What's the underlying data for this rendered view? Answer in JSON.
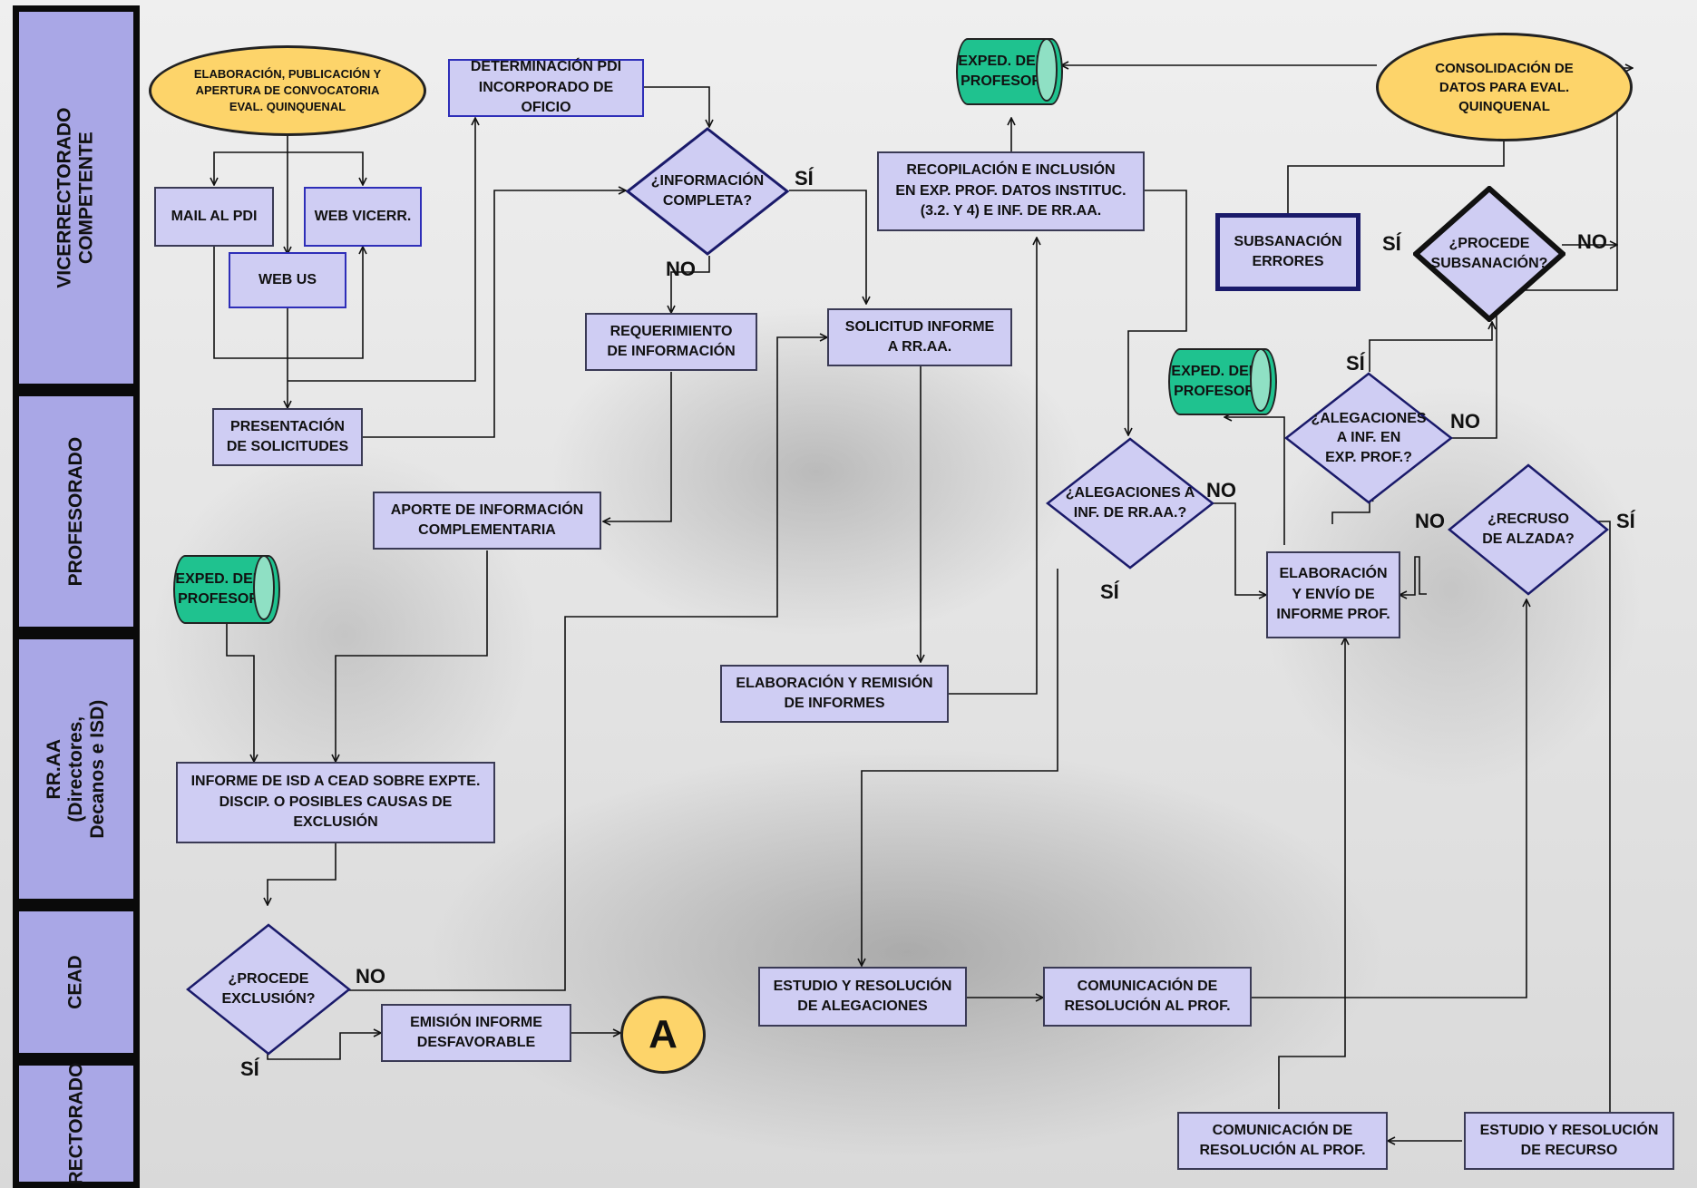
{
  "lanes": {
    "vicerrectorado": "VICERRECTORADO\nCOMPETENTE",
    "profesorado": "PROFESORADO",
    "rraa": "RR.AA\n(Directores,\nDecanos e ISD)",
    "cead": "CEAD",
    "rectorado": "RECTORADO"
  },
  "nodes": {
    "elaboracion_convocatoria": "ELABORACIÓN, PUBLICACIÓN Y\nAPERTURA DE CONVOCATORIA\nEVAL. QUINQUENAL",
    "mail_pdi": "MAIL AL PDI",
    "web_vicerr": "WEB VICERR.",
    "web_us": "WEB US",
    "determinacion_pdi": "DETERMINACIÓN PDI\nINCORPORADO DE OFICIO",
    "informacion_completa": "¿INFORMACIÓN\nCOMPLETA?",
    "presentacion_solicitudes": "PRESENTACIÓN\nDE SOLICITUDES",
    "requerimiento_informacion": "REQUERIMIENTO\nDE INFORMACIÓN",
    "solicitud_informe": "SOLICITUD INFORME\nA RR.AA.",
    "aporte_informacion": "APORTE DE INFORMACIÓN\nCOMPLEMENTARIA",
    "exped_profesor_1": "EXPED. DEL\nPROFESOR",
    "exped_profesor_2": "EXPED. DEL\nPROFESOR",
    "exped_profesor_3": "EXPED. DEL\nPROFESOR",
    "recopilacion": "RECOPILACIÓN E INCLUSIÓN\nEN EXP. PROF. DATOS INSTITUC.\n(3.2. Y 4)  E INF. DE RR.AA.",
    "consolidacion": "CONSOLIDACIÓN DE\nDATOS PARA EVAL.\nQUINQUENAL",
    "subsanacion_errores": "SUBSANACIÓN\nERRORES",
    "procede_subsanacion": "¿PROCEDE\nSUBSANACIÓN?",
    "alegaciones_exp_prof": "¿ALEGACIONES\nA  INF. EN\nEXP. PROF.?",
    "alegaciones_rraa": "¿ALEGACIONES A\nINF. DE RR.AA.?",
    "recurso_alzada": "¿RECRUSO\nDE ALZADA?",
    "elaboracion_envio": "ELABORACIÓN\nY ENVÍO DE\nINFORME PROF.",
    "elaboracion_remision": "ELABORACIÓN Y REMISIÓN\nDE INFORMES",
    "informe_isd": "INFORME DE ISD A CEAD SOBRE EXPTE.\nDISCIP.  O POSIBLES CAUSAS DE\nEXCLUSIÓN",
    "procede_exclusion": "¿PROCEDE\nEXCLUSIÓN?",
    "emision_informe": "EMISIÓN INFORME\nDESFAVORABLE",
    "conector_a": "A",
    "estudio_alegaciones": "ESTUDIO Y RESOLUCIÓN\nDE ALEGACIONES",
    "comunicacion_resolucion_1": "COMUNICACIÓN DE\nRESOLUCIÓN AL PROF.",
    "comunicacion_resolucion_2": "COMUNICACIÓN DE\nRESOLUCIÓN AL PROF.",
    "estudio_recurso": "ESTUDIO Y RESOLUCIÓN\nDE  RECURSO"
  },
  "labels": {
    "si_info": "SÍ",
    "no_info": "NO",
    "si_subsanacion": "SÍ",
    "no_subsanacion": "NO",
    "si_alegaciones_exp": "SÍ",
    "no_alegaciones_exp": "NO",
    "no_alegaciones_rraa": "NO",
    "si_alegaciones_rraa": "SÍ",
    "no_recurso": "NO",
    "si_recurso": "SÍ",
    "no_exclusion": "NO",
    "si_exclusion": "SÍ"
  },
  "colors": {
    "lane_fill": "#a9a7e6",
    "process_fill": "#cfcdf3",
    "terminal_fill": "#fdd46a",
    "storage_fill": "#1fc28f"
  }
}
